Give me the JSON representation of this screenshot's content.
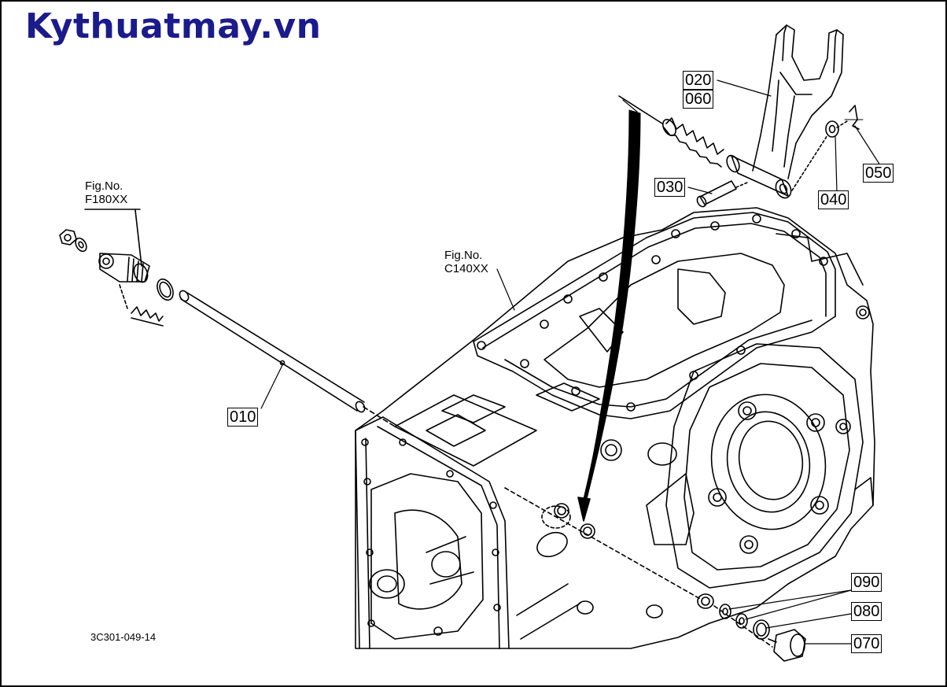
{
  "brand": {
    "text": "Kythuatmay.vn",
    "color": "#1b1b8c"
  },
  "figure_refs": [
    {
      "line1": "Fig.No.",
      "line2": "F180XX"
    },
    {
      "line1": "Fig.No.",
      "line2": "C140XX"
    }
  ],
  "part_labels": {
    "p010": "010",
    "p020": "020",
    "p030": "030",
    "p040": "040",
    "p050": "050",
    "p060": "060",
    "p070": "070",
    "p080": "080",
    "p090": "090"
  },
  "drawing_code": "3C301-049-14"
}
